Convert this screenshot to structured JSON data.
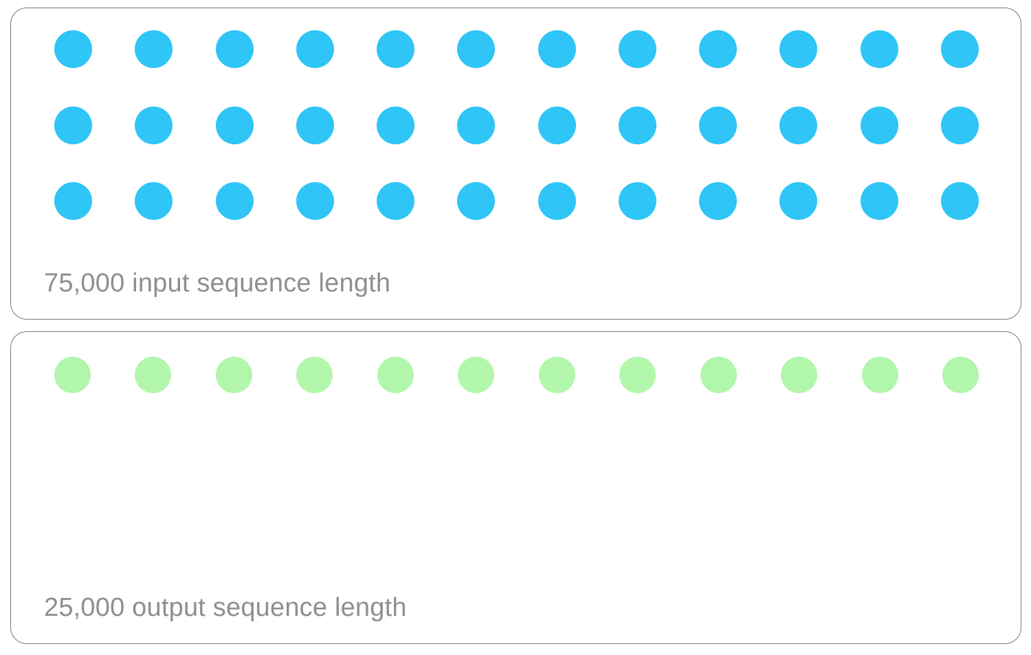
{
  "diagram": {
    "type": "token-sequence-illustration",
    "background_color": "#ffffff",
    "panels": [
      {
        "id": "input",
        "caption": "75,000 input sequence length",
        "caption_color": "#8e8e93",
        "border_color": "#77777d",
        "token_color": "#2fc5f6",
        "token_label": "input-token",
        "rows": 3,
        "tokens_per_row": 12,
        "total_tokens_shown": 36,
        "sequence_length": "75,000",
        "sequence_role": "input"
      },
      {
        "id": "output",
        "caption": "25,000 output sequence length",
        "caption_color": "#8e8e93",
        "border_color": "#77777d",
        "token_color": "#b2f6ab",
        "token_label": "output-token",
        "rows": 1,
        "tokens_per_row": 12,
        "total_tokens_shown": 12,
        "sequence_length": "25,000",
        "sequence_role": "output"
      }
    ]
  }
}
